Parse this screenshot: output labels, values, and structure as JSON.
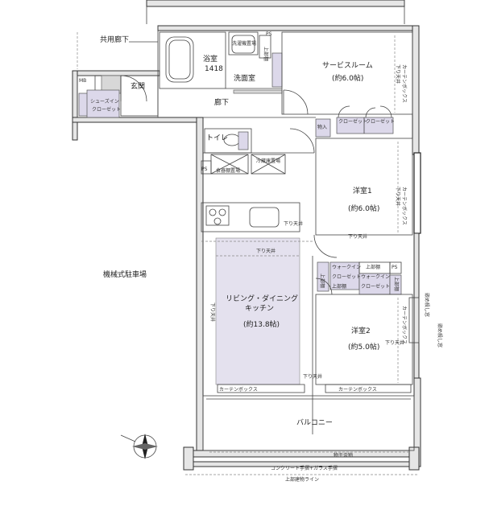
{
  "labels": {
    "common_corridor": "共用廊下",
    "mb": "MB",
    "entrance": "玄関",
    "shoes_closet_1": "シューズイン",
    "shoes_closet_2": "クローゼット",
    "bath": "浴室",
    "bath_size": "1418",
    "washroom": "洗面室",
    "laundry_pan": "洗濯機置場",
    "upper_shelf_wash": "上部棚",
    "ps_top": "PS",
    "service_room": "サービスルーム",
    "service_room_size": "(約6.0帖)",
    "curtain_box_service": "カーテンボックス",
    "lower_ceiling_service": "下り天井",
    "hallway": "廊下",
    "toilet": "トイレ",
    "storage": "物入",
    "closet_a": "クローゼット",
    "closet_b": "クローゼット",
    "ps_kitchen": "PS",
    "dishwasher": "食器棚置場",
    "fridge": "冷蔵庫置場",
    "lower_ceiling_kitchen": "下り天井",
    "lower_ceiling_living_top": "下り天井",
    "lower_ceiling_living_left": "下り天井",
    "lower_ceiling_living_right": "下り天井",
    "living": "リビング・ダイニング",
    "kitchen": "キッチン",
    "living_size": "(約13.8帖)",
    "western1": "洋室1",
    "western1_size": "(約6.0帖)",
    "curtain_box_w1": "カーテンボックス",
    "lower_ceiling_w1": "下り天井",
    "lower_ceiling_w1_bottom": "下り天井",
    "upper_shelf_1": "上部棚",
    "walkin_1": "ウォークイン",
    "walkin_1b": "クローゼット",
    "upper_shelf_2": "上部棚",
    "upper_shelf_3": "上部棚",
    "walkin_2": "ウォークイン",
    "walkin_2b": "クローゼット",
    "upper_shelf_4": "上部棚",
    "ps_right": "PS",
    "western2": "洋室2",
    "western2_size": "(約5.0帖)",
    "curtain_box_w2": "カーテンボックス",
    "lower_ceiling_w2": "下り天井",
    "fixed_glass_1": "嵌め殺し窓",
    "fixed_glass_2": "嵌め殺し窓",
    "curtain_box_living": "カーテンボックス",
    "curtain_box_living2": "カーテンボックス",
    "parking": "機械式駐車場",
    "balcony": "バルコニー",
    "drying_hardware": "物干金物",
    "railing": "コンクリート手摺+ガラス手摺",
    "upper_building_line": "上部建物ライン"
  },
  "colors": {
    "storage_fill": "#dcd8ea",
    "living_fill": "#e4e1ee",
    "wall": "#222222"
  }
}
